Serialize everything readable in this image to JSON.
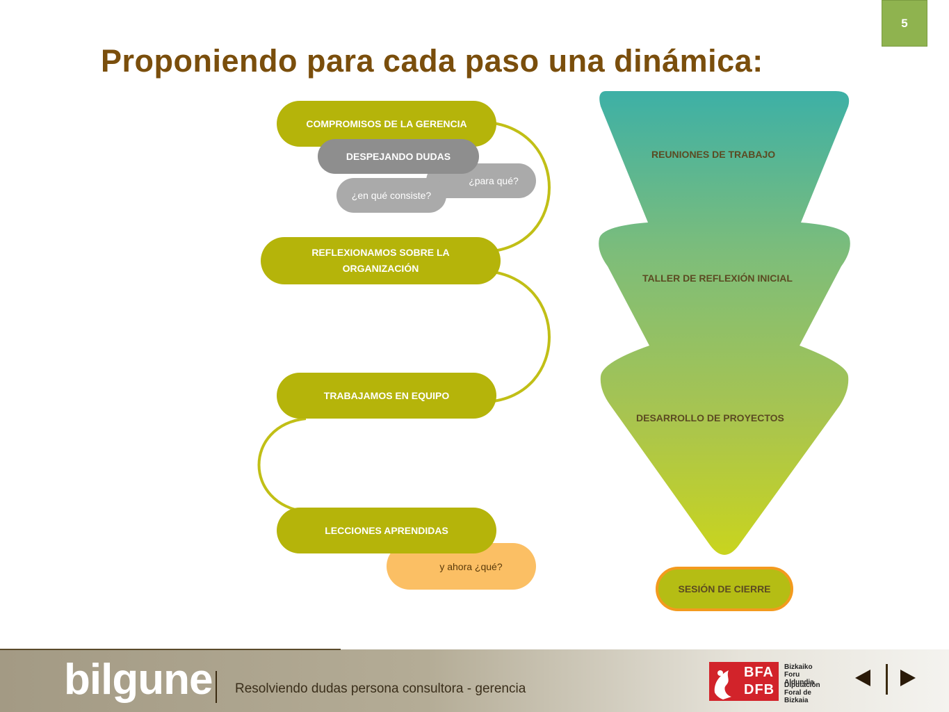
{
  "page_number": "5",
  "title": "Proponiendo para cada paso una dinámica:",
  "steps": [
    {
      "label": "COMPROMISOS DE LA GERENCIA"
    },
    {
      "label": "REFLEXIONAMOS SOBRE LA ORGANIZACIÓN"
    },
    {
      "label": "TRABAJAMOS EN EQUIPO"
    },
    {
      "label": "LECCIONES APRENDIDAS"
    }
  ],
  "bubbles": {
    "despejando": "DESPEJANDO DUDAS",
    "para_que": "¿para qué?",
    "en_que": "¿en qué consiste?",
    "y_ahora": "y ahora ¿qué?"
  },
  "stages": [
    {
      "label": "REUNIONES DE TRABAJO"
    },
    {
      "label": "TALLER DE REFLEXIÓN INICIAL"
    },
    {
      "label": "DESARROLLO DE PROYECTOS"
    }
  ],
  "closing": "SESIÓN DE CIERRE",
  "footer": {
    "logo": "bilgune",
    "text": "Resolviendo dudas persona consultora - gerencia",
    "partner_logo_lines": [
      "BFA",
      "DFB",
      "Bizkaiko Foru",
      "Aldundia",
      "Diputación",
      "Foral de Bizkaia"
    ]
  },
  "nav": {
    "prev_icon": "triangle-left-icon",
    "next_icon": "triangle-right-icon"
  },
  "colors": {
    "olive": "#b5b40a",
    "title": "#7a4e0c",
    "badge": "#8fb34f",
    "orange": "#fbbf64",
    "closing_border": "#f39a1e"
  }
}
